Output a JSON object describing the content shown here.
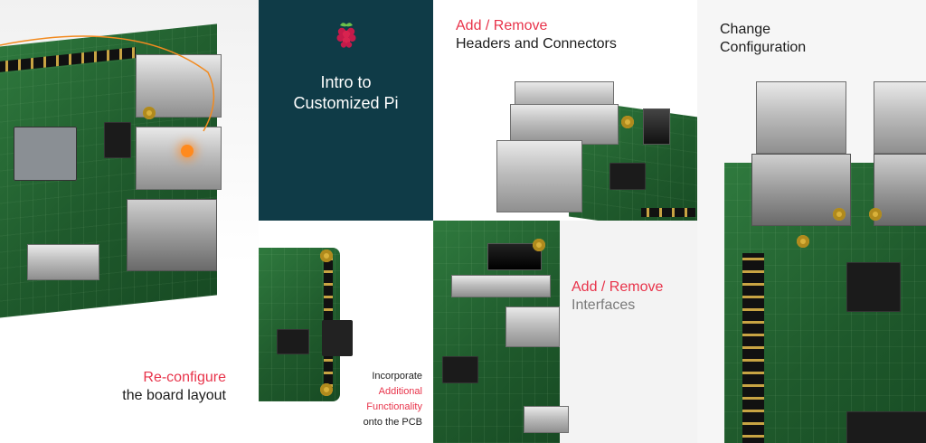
{
  "colors": {
    "accent": "#e8334a",
    "ink": "#1c1c1c",
    "muted": "#7a7a7a",
    "navy": "#0f3b47",
    "raspberry": "#c51a4a",
    "leaf": "#6cc04a"
  },
  "icons": {
    "logo": "raspberry-logo-icon"
  },
  "tiles": {
    "reconfigure": {
      "highlight": "Re-configure",
      "rest": "the board layout"
    },
    "intro": {
      "line1": "Intro to",
      "line2": "Customized Pi"
    },
    "headers": {
      "highlight": "Add / Remove",
      "rest": "Headers and Connectors"
    },
    "configuration": {
      "line1": "Change",
      "line2": "Configuration"
    },
    "functionality": {
      "line1": "Incorporate",
      "highlight1": "Additional",
      "highlight2": "Functionality",
      "line4": "onto the PCB"
    },
    "interfaces": {
      "highlight": "Add / Remove",
      "rest": "Interfaces"
    }
  }
}
